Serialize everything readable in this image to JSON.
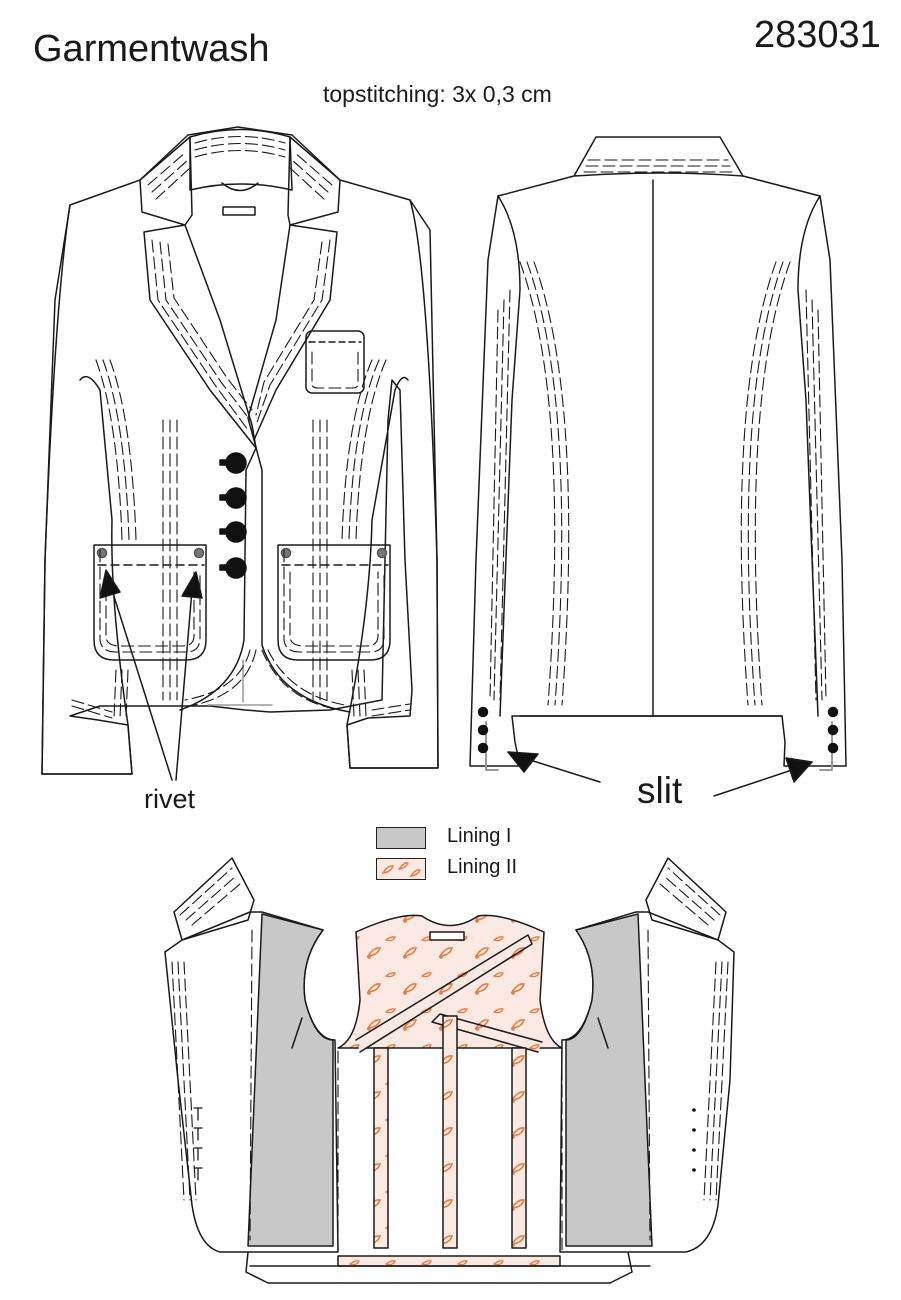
{
  "header": {
    "title": "Garmentwash",
    "style_number": "283031",
    "topstitching_note": "topstitching: 3x 0,3 cm"
  },
  "callouts": {
    "rivet": "rivet",
    "slit": "slit"
  },
  "legend": [
    {
      "label": "Lining I",
      "fill": "#c8c8c8"
    },
    {
      "label": "Lining II",
      "fill": "#fbe9e3",
      "motif_color": "#f07a3c"
    }
  ],
  "colors": {
    "outline": "#1a1a1a",
    "stitch": "#1a1a1a",
    "lining_one": "#c8c8c8",
    "lining_two_bg": "#fbe9e3",
    "lining_two_motif": "#f07a3c",
    "rivet": "#777777"
  }
}
